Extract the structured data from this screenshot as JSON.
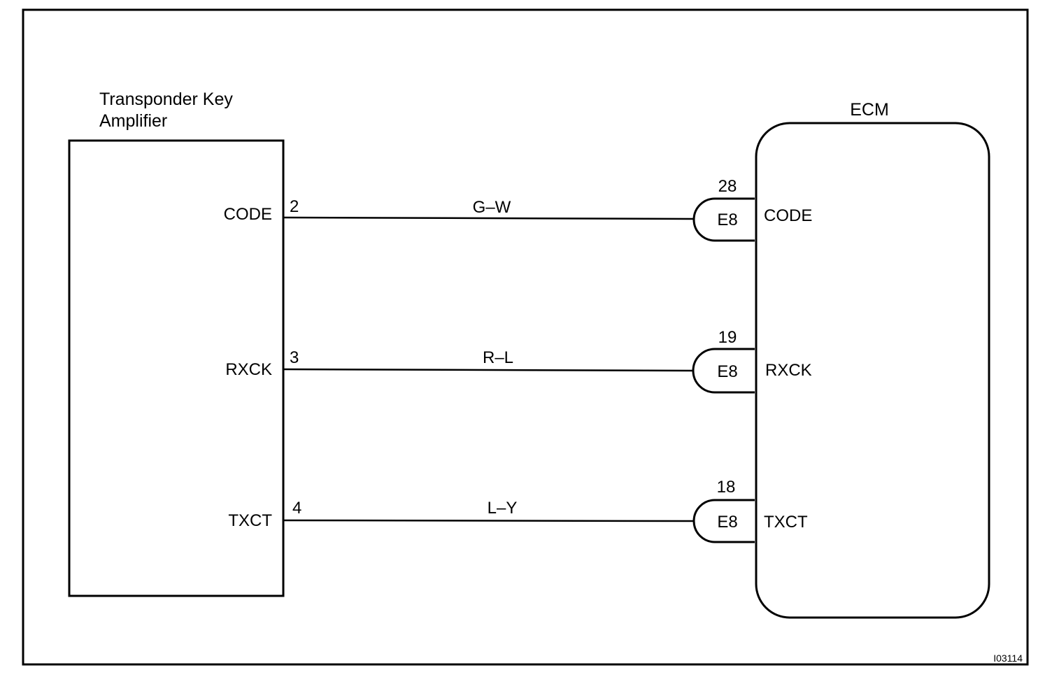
{
  "amplifier": {
    "title_line1": "Transponder Key",
    "title_line2": "Amplifier"
  },
  "ecm": {
    "title": "ECM"
  },
  "wires": [
    {
      "amp_signal": "CODE",
      "amp_pin": "2",
      "color": "G–W",
      "ecm_pin": "28",
      "connector": "E8",
      "ecm_signal": "CODE"
    },
    {
      "amp_signal": "RXCK",
      "amp_pin": "3",
      "color": "R–L",
      "ecm_pin": "19",
      "connector": "E8",
      "ecm_signal": "RXCK"
    },
    {
      "amp_signal": "TXCT",
      "amp_pin": "4",
      "color": "L–Y",
      "ecm_pin": "18",
      "connector": "E8",
      "ecm_signal": "TXCT"
    }
  ],
  "figure_id": "I03114"
}
